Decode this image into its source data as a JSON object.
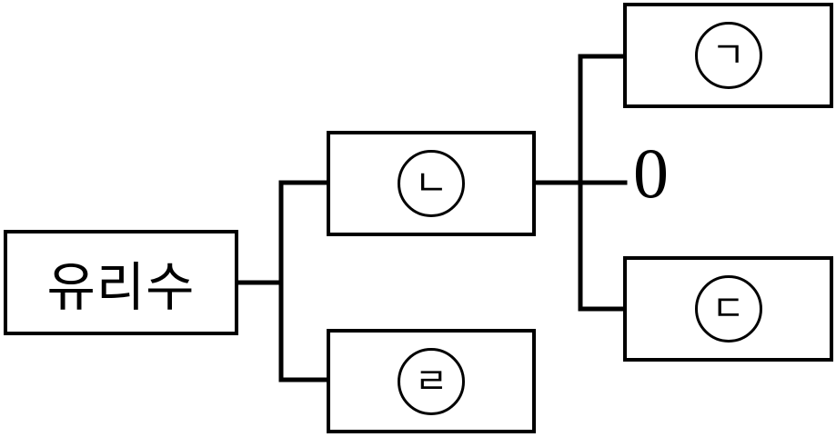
{
  "root": {
    "label": "유리수"
  },
  "nodes": {
    "n": {
      "label": "ㄴ"
    },
    "r": {
      "label": "ㄹ"
    },
    "g": {
      "label": "ㄱ"
    },
    "d": {
      "label": "ㄷ"
    }
  },
  "zero": {
    "label": "0"
  }
}
